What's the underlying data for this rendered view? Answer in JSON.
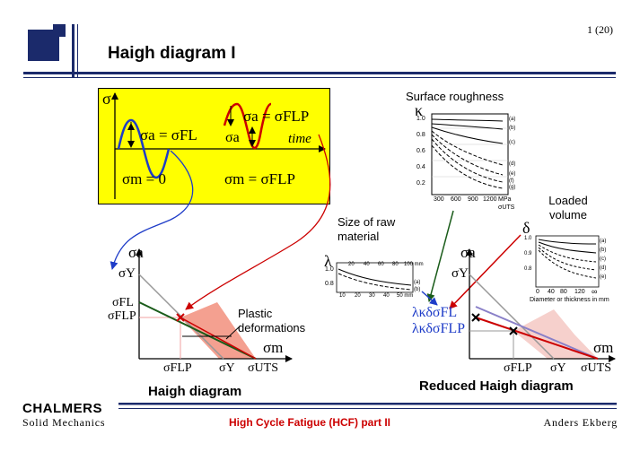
{
  "header": {
    "page_number": "1 (20)",
    "title": "Haigh diagram I"
  },
  "footer": {
    "logo": "CHALMERS",
    "department": "Solid Mechanics",
    "course_title": "High Cycle Fatigue (HCF) part II",
    "author": "Anders Ekberg"
  },
  "colors": {
    "navy": "#1b2a6b",
    "yellow_box": "#ffff00",
    "red": "#cc0000",
    "green": "#1a5c1a",
    "blue_curve": "#1e3cc8",
    "plastic_fill": "#f4a090",
    "footer_red": "#cc0000"
  },
  "load_box": {
    "sigma_axis": "σ",
    "time_axis": "time",
    "fatigue_limit_eq": {
      "lhs": "σa = σFL",
      "mean": "σm = 0"
    },
    "fatigue_limit_pulsating_eq": {
      "lhs": "σa = σFLP",
      "mean": "σm = σFLP"
    },
    "amplitude_marker": "σa"
  },
  "haigh": {
    "caption": "Haigh diagram",
    "y_axis": "σa",
    "x_axis": "σm",
    "y_ticks": [
      "σY",
      "σFL",
      "σFLP"
    ],
    "x_ticks": [
      "σFLP",
      "σY",
      "σUTS"
    ],
    "annotation": "Plastic deformations"
  },
  "surface_roughness": {
    "title": "Surface roughness",
    "symbol": "κ",
    "y_ticks": [
      "1.0",
      "0.8",
      "0.6",
      "0.4",
      "0.2"
    ],
    "x_ticks": [
      "300",
      "600",
      "900",
      "1200"
    ],
    "x_unit": "MPa",
    "x_unit_sub": "σUTS",
    "curves": [
      "(a)",
      "(b)",
      "(c)",
      "(d)",
      "(e)",
      "(f)",
      "(g)"
    ]
  },
  "raw_material": {
    "title": "Size of raw material",
    "symbol": "λ",
    "y_ticks": [
      "1.0",
      "0.8"
    ],
    "x_ticks_top": [
      "20",
      "40",
      "60",
      "80",
      "100 mm"
    ],
    "x_ticks_bottom": [
      "10",
      "20",
      "30",
      "40",
      "50 mm"
    ],
    "curves": [
      "(a)",
      "(b)"
    ]
  },
  "loaded_volume": {
    "title": "Loaded volume",
    "symbol": "δ",
    "y_ticks": [
      "1.0",
      "0.9",
      "0.8"
    ],
    "x_ticks": [
      "0",
      "40",
      "80",
      "120",
      "∞"
    ],
    "x_label": "Diameter or thickness in mm",
    "curves": [
      "(a)",
      "(b)",
      "(c)",
      "(d)",
      "(e)"
    ]
  },
  "reduced_haigh": {
    "caption": "Reduced Haigh diagram",
    "y_axis": "σa",
    "x_axis": "σm",
    "y_ticks": [
      "σY",
      "λκδσFL",
      "λκδσFLP"
    ],
    "x_ticks": [
      "σFLP",
      "σY",
      "σUTS"
    ]
  }
}
